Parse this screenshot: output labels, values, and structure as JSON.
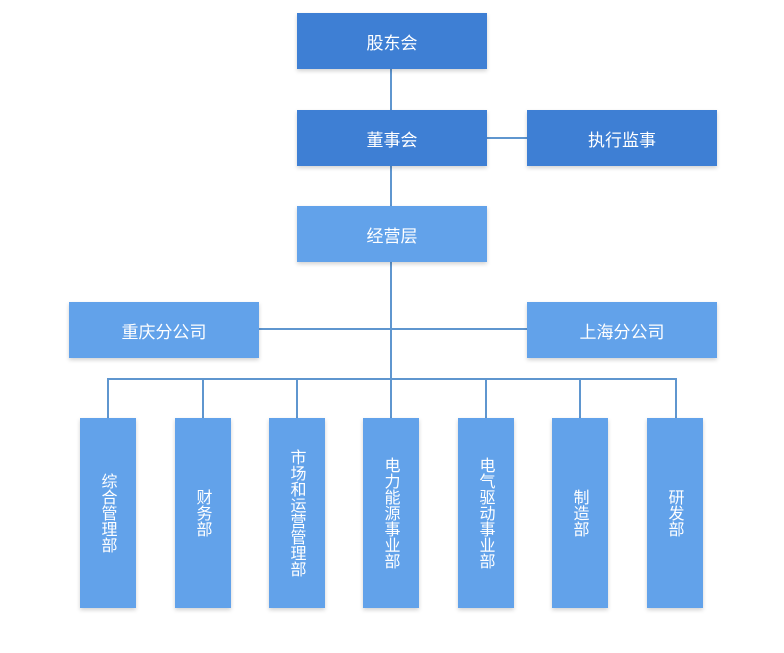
{
  "nodes": {
    "shareholders": "股东会",
    "board": "董事会",
    "supervisor": "执行监事",
    "management": "经营层",
    "chongqing": "重庆分公司",
    "shanghai": "上海分公司"
  },
  "departments": [
    "综合管理部",
    "财务部",
    "市场和运营管理部",
    "电力能源事业部",
    "电气驱动事业部",
    "制造部",
    "研发部"
  ],
  "colors": {
    "dark_box": "#3e7fd4",
    "light_box": "#62a2ea",
    "connector": "#5f96cf"
  }
}
